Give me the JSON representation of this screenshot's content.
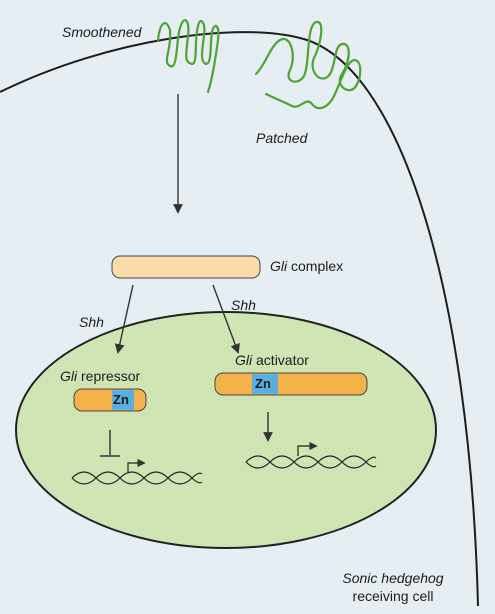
{
  "labels": {
    "smoothened": "Smoothened",
    "patched": "Patched",
    "gli_complex_italic": "Gli",
    "gli_complex_rest": " complex",
    "shh_left": "Shh",
    "shh_right": "Shh",
    "gli_repressor_italic": "Gli",
    "gli_repressor_rest": " repressor",
    "gli_activator_italic": "Gli",
    "gli_activator_rest": " activator",
    "zn_repressor": "Zn",
    "zn_activator": "Zn",
    "cell_line1": "Sonic hedgehog",
    "cell_line2": "receiving cell"
  },
  "colors": {
    "background": "#e6eef3",
    "nucleus_fill": "#cfe6b4",
    "nucleus_stroke": "#222222",
    "membrane_stroke": "#1e1e1e",
    "protein_green": "#4ea334",
    "complex_fill": "#f9dcaa",
    "factor_fill": "#f3b34a",
    "zn_fill": "#5aaee0",
    "arrow": "#333333"
  }
}
